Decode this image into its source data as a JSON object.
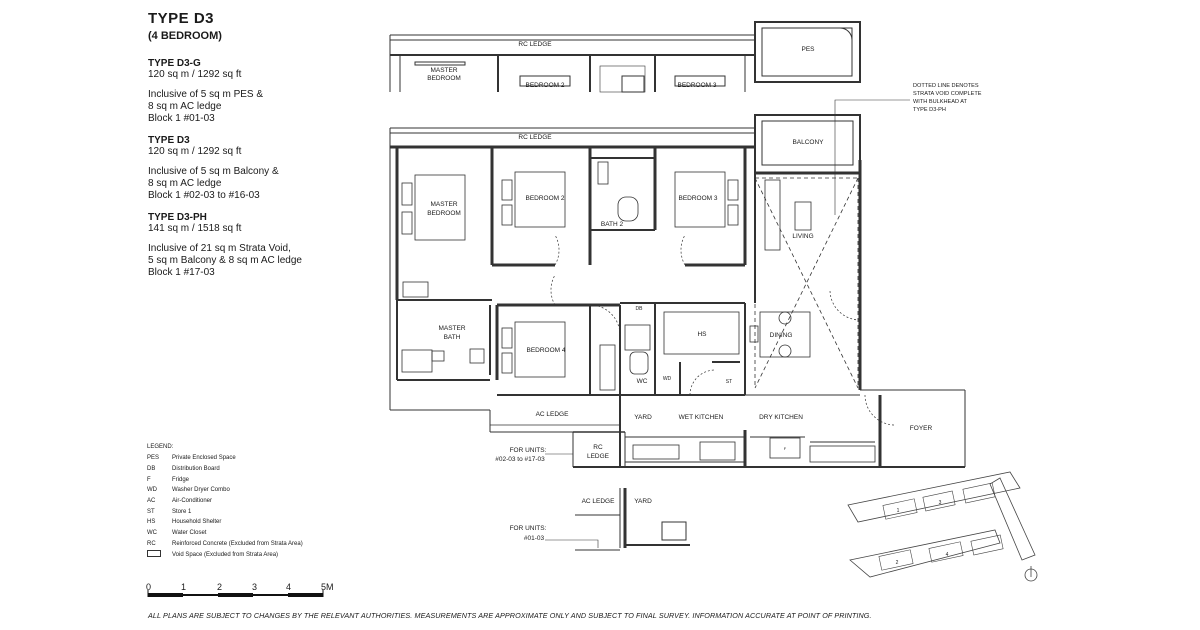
{
  "header": {
    "title": "TYPE  D3",
    "subtitle": "(4 BEDROOM)"
  },
  "units": [
    {
      "name": "TYPE D3-G",
      "lines1": [
        "120 sq m / 1292 sq ft"
      ],
      "lines2": [
        "Inclusive of 5 sq m PES &",
        "8 sq m AC ledge",
        "Block 1 #01-03"
      ]
    },
    {
      "name": "TYPE D3",
      "lines1": [
        "120 sq m / 1292 sq ft"
      ],
      "lines2": [
        "Inclusive of 5 sq m Balcony &",
        "8 sq m AC ledge",
        "Block 1 #02-03 to #16-03"
      ]
    },
    {
      "name": "TYPE D3-PH",
      "lines1": [
        "141 sq m / 1518 sq ft"
      ],
      "lines2": [
        "Inclusive of 21 sq m Strata Void,",
        "5 sq m Balcony & 8 sq m AC ledge",
        "Block 1 #17-03"
      ]
    }
  ],
  "legend": {
    "heading": "LEGEND:",
    "items": [
      {
        "code": "PES",
        "text": "Private Enclosed Space"
      },
      {
        "code": "DB",
        "text": "Distribution Board"
      },
      {
        "code": "F",
        "text": "Fridge"
      },
      {
        "code": "WD",
        "text": "Washer Dryer Combo"
      },
      {
        "code": "AC",
        "text": "Air-Conditioner"
      },
      {
        "code": "ST",
        "text": "Store 1"
      },
      {
        "code": "HS",
        "text": "Household Shelter"
      },
      {
        "code": "WC",
        "text": "Water Closet"
      },
      {
        "code": "RC",
        "text": "Reinforced Concrete (Excluded from Strata Area)"
      },
      {
        "code": "",
        "text": "Void Space (Excluded from Strata Area)"
      }
    ]
  },
  "scale": {
    "labels": [
      "0",
      "1",
      "2",
      "3",
      "4",
      "5M"
    ]
  },
  "disclaimer": "ALL PLANS ARE SUBJECT TO CHANGES BY THE RELEVANT AUTHORITIES. MEASUREMENTS ARE APPROXIMATE ONLY AND SUBJECT TO FINAL SURVEY. INFORMATION ACCURATE AT POINT OF PRINTING.",
  "plan": {
    "top_strip": {
      "rc_ledge": "RC LEDGE",
      "pes": "PES",
      "master_bedroom": [
        "MASTER",
        "BEDROOM"
      ],
      "bedroom2": "BEDROOM 2",
      "bedroom3": "BEDROOM 3"
    },
    "note": [
      "DOTTED LINE DENOTES",
      "STRATA VOID COMPLETE",
      "WITH BULKHEAD AT",
      "TYPE D3-PH"
    ],
    "rooms": {
      "rc_ledge": "RC LEDGE",
      "balcony": "BALCONY",
      "master_bedroom": [
        "MASTER",
        "BEDROOM"
      ],
      "bedroom2": "BEDROOM 2",
      "bath2": "BATH 2",
      "bedroom3": "BEDROOM 3",
      "living": "LIVING",
      "master_bath": [
        "MASTER",
        "BATH"
      ],
      "bedroom4": "BEDROOM 4",
      "db": "DB",
      "hs": "HS",
      "dining": "DINING",
      "wd": "WD",
      "wc": "WC",
      "st": "ST",
      "ac_ledge": "AC LEDGE",
      "yard": "YARD",
      "wet_kitchen": "WET KITCHEN",
      "dry_kitchen": "DRY KITCHEN",
      "foyer": "FOYER",
      "rc_ledge_small": [
        "RC",
        "LEDGE"
      ],
      "fridge": "F"
    },
    "units_label_1": [
      "FOR UNITS:",
      "#02-03 to #17-03"
    ],
    "units_label_2": [
      "FOR UNITS:",
      "#01-03"
    ],
    "alt": {
      "ac_ledge": "AC LEDGE",
      "yard": "YARD"
    }
  },
  "site_plan": {
    "labels": [
      "1",
      "3",
      "2",
      "4"
    ]
  }
}
